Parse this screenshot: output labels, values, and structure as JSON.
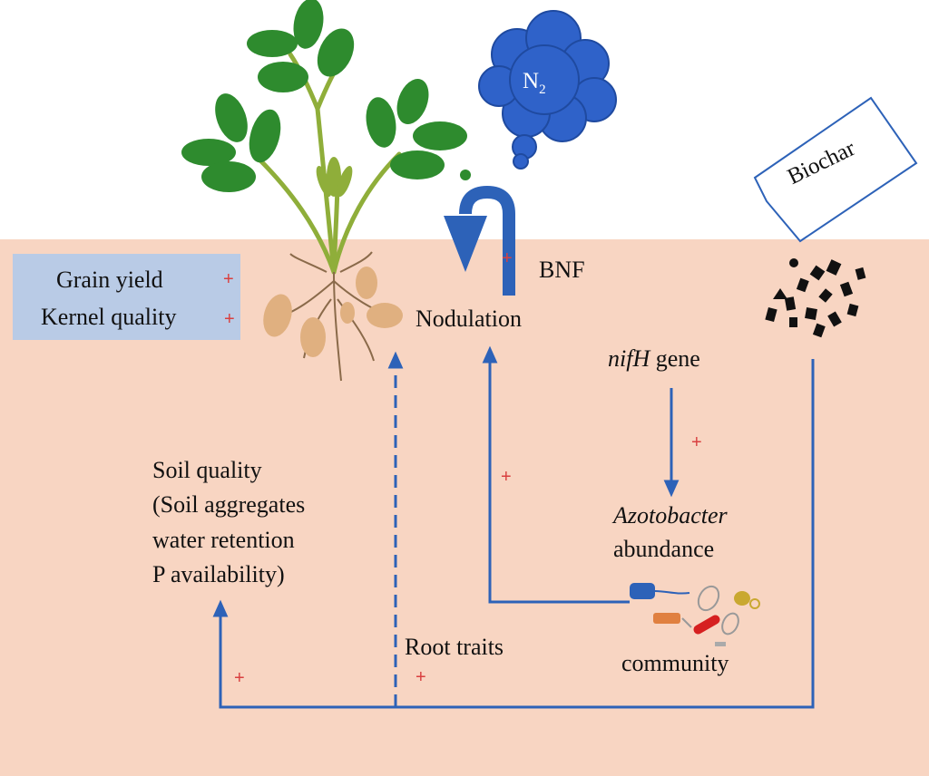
{
  "labels": {
    "grain_yield": "Grain yield",
    "kernel_quality": "Kernel quality",
    "nodulation": "Nodulation",
    "bnf": "BNF",
    "n2_symbol": "N",
    "n2_subscript": "2",
    "biochar": "Biochar",
    "nifh_italic": "nifH",
    "nifh_rest": " gene",
    "azotobacter": "Azotobacter",
    "abundance": "abundance",
    "community": "community",
    "root_traits": "Root traits",
    "soil_quality": [
      "Soil quality",
      "(Soil aggregates",
      "water retention",
      "P availability)"
    ],
    "plus_sign": "+"
  },
  "colors": {
    "soil": "#f8d5c2",
    "arrow_blue": "#2d62b8",
    "cloud_blue": "#2f62c9",
    "yield_box": "#b9cbe6",
    "plus_red": "#d94040",
    "leaf_green": "#2e8b2e",
    "stem_green": "#8fae3a",
    "root_brown": "#8a6a4a",
    "peanut_tan": "#e0b080"
  }
}
